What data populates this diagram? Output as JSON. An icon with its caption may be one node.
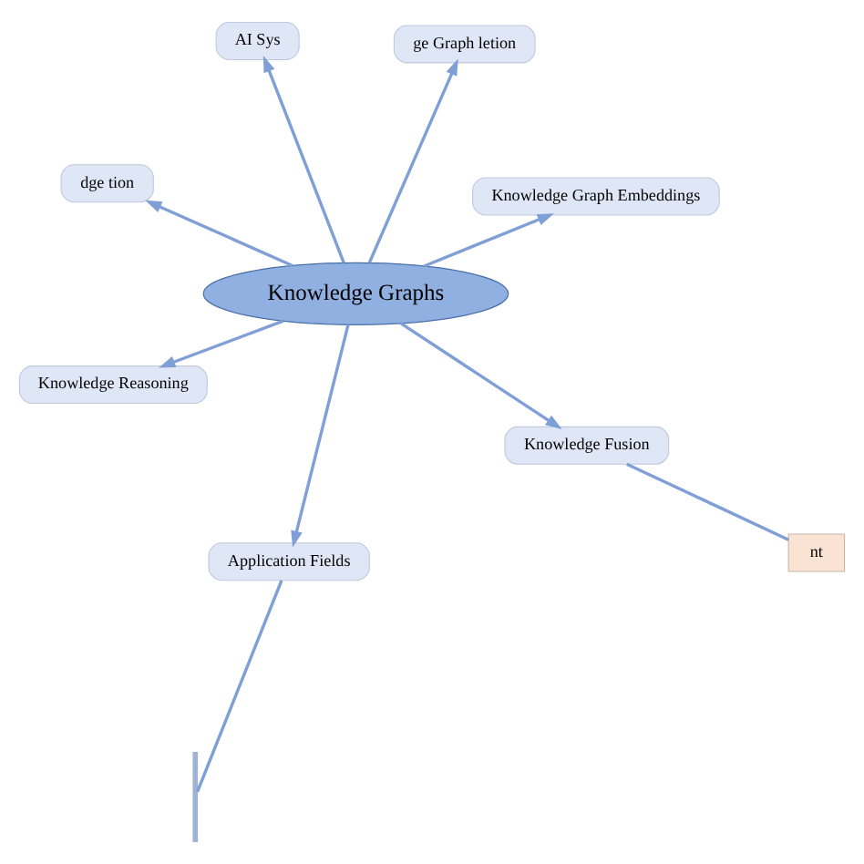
{
  "diagram": {
    "nodes": [
      {
        "text": [
          "Knowledge Graphs"
        ]
      },
      {
        "text": [
          "Knowledge Graph Embeddings"
        ]
      },
      {
        "text": [
          "Application Fields"
        ]
      },
      {
        "text": [
          "dge tion"
        ]
      },
      {
        "text": [
          "ge Graph letion"
        ]
      },
      {
        "text": [
          "AI Sys"
        ]
      },
      {
        "text": [
          "Knowledge Reasoning"
        ]
      },
      {
        "text": [
          "Knowledge Fusion"
        ]
      },
      {
        "text": [
          "nt"
        ]
      },
      {
        "text": [],
        "shape": "bar"
      }
    ],
    "edges": [
      {
        "from": 0,
        "to": 1,
        "arrow": "to"
      },
      {
        "from": 0,
        "to": 2,
        "arrow": "to"
      },
      {
        "from": 0,
        "to": 3,
        "arrow": "to"
      },
      {
        "from": 0,
        "to": 5,
        "arrow": "to"
      },
      {
        "from": 0,
        "to": 4,
        "arrow": "to"
      },
      {
        "from": 0,
        "to": 6,
        "arrow": "to"
      },
      {
        "from": 0,
        "to": 7,
        "arrow": "to"
      },
      {
        "from": 7,
        "to": 8,
        "arrow": "none"
      },
      {
        "from": 2,
        "to": 9,
        "arrow": "none"
      }
    ]
  }
}
